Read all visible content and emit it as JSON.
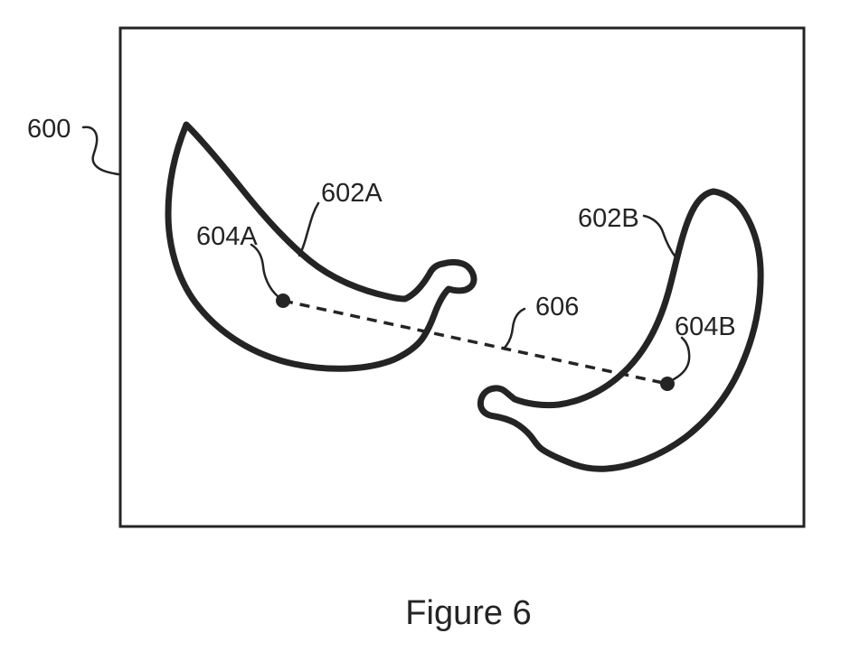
{
  "colors": {
    "ink": "#242424",
    "paper": "#ffffff"
  },
  "figure": {
    "caption": "Figure 6",
    "labels": {
      "image_frame": "600",
      "object_a": "602A",
      "keypoint_a": "604A",
      "object_b": "602B",
      "distance_line": "606",
      "keypoint_b": "604B"
    }
  }
}
